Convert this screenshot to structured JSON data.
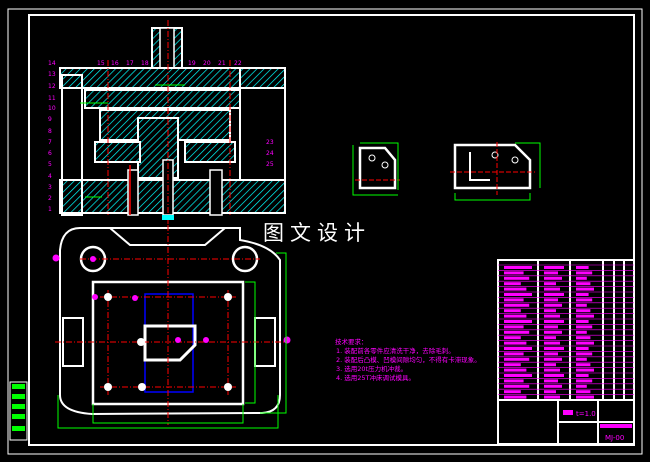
{
  "drawing": {
    "watermark": "图文设计",
    "part_labels_left": [
      "1",
      "2",
      "3",
      "4",
      "5",
      "6",
      "7",
      "8",
      "9",
      "10",
      "11",
      "12",
      "13",
      "14"
    ],
    "part_labels_top": [
      "15",
      "16",
      "17",
      "18",
      "19",
      "20",
      "21",
      "22"
    ],
    "part_labels_right": [
      "23",
      "24",
      "25"
    ],
    "tech_requirements": {
      "title": "技术要求：",
      "lines": [
        "1. 装配前各零件应清洗干净，去除毛刺。",
        "2. 装配后凸模、凹模间隙均匀，不得有卡滞现象。",
        "3. 选用20t压力机冲裁。",
        "4. 选用25T冲床调试模具。"
      ]
    },
    "title_block": {
      "thickness": "t=1.0",
      "drawing_no": "MJ-00"
    },
    "colors": {
      "background": "#000000",
      "outline": "#ffffff",
      "hatch": "#00ffff",
      "centerline": "#ff0000",
      "dimension": "#00ff00",
      "annotation": "#ff00ff",
      "hidden": "#0000ff"
    }
  }
}
